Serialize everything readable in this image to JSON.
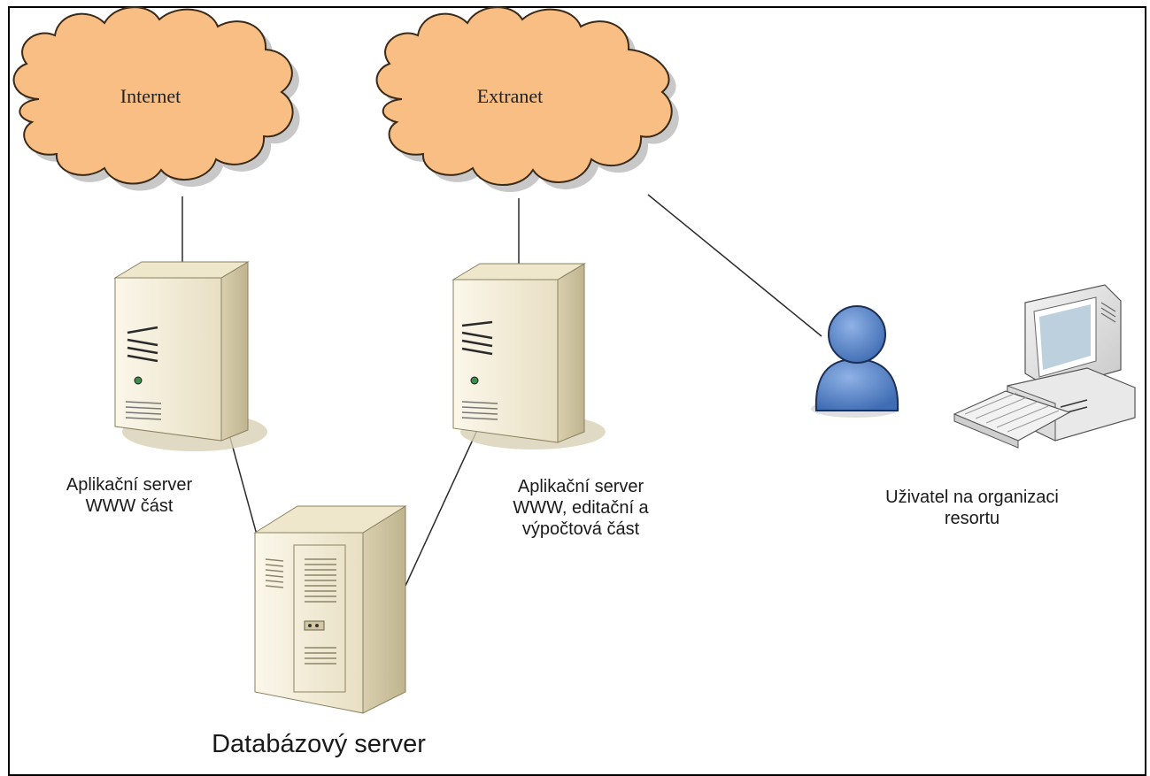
{
  "colors": {
    "cloud_fill": "#f9be84",
    "cloud_stroke": "#3a2a18",
    "server_body": "#f2ead4",
    "server_shade": "#cfc6a6",
    "user_fill": "#5b86c8",
    "connector": "#2b2b2b"
  },
  "clouds": {
    "internet": {
      "label": "Internet"
    },
    "extranet": {
      "label": "Extranet"
    }
  },
  "nodes": {
    "app_www": {
      "label": "Aplikační server\nWWW část",
      "icon": "server-tower-icon"
    },
    "app_edit": {
      "label": "Aplikační server\nWWW, editační a\nvýpočtová část",
      "icon": "server-tower-icon"
    },
    "db": {
      "label": "Databázový server",
      "icon": "database-server-icon"
    },
    "user": {
      "label": "Uživatel na organizaci\nresortu",
      "icon": "user-icon",
      "workstation_icon": "desktop-computer-icon"
    }
  }
}
